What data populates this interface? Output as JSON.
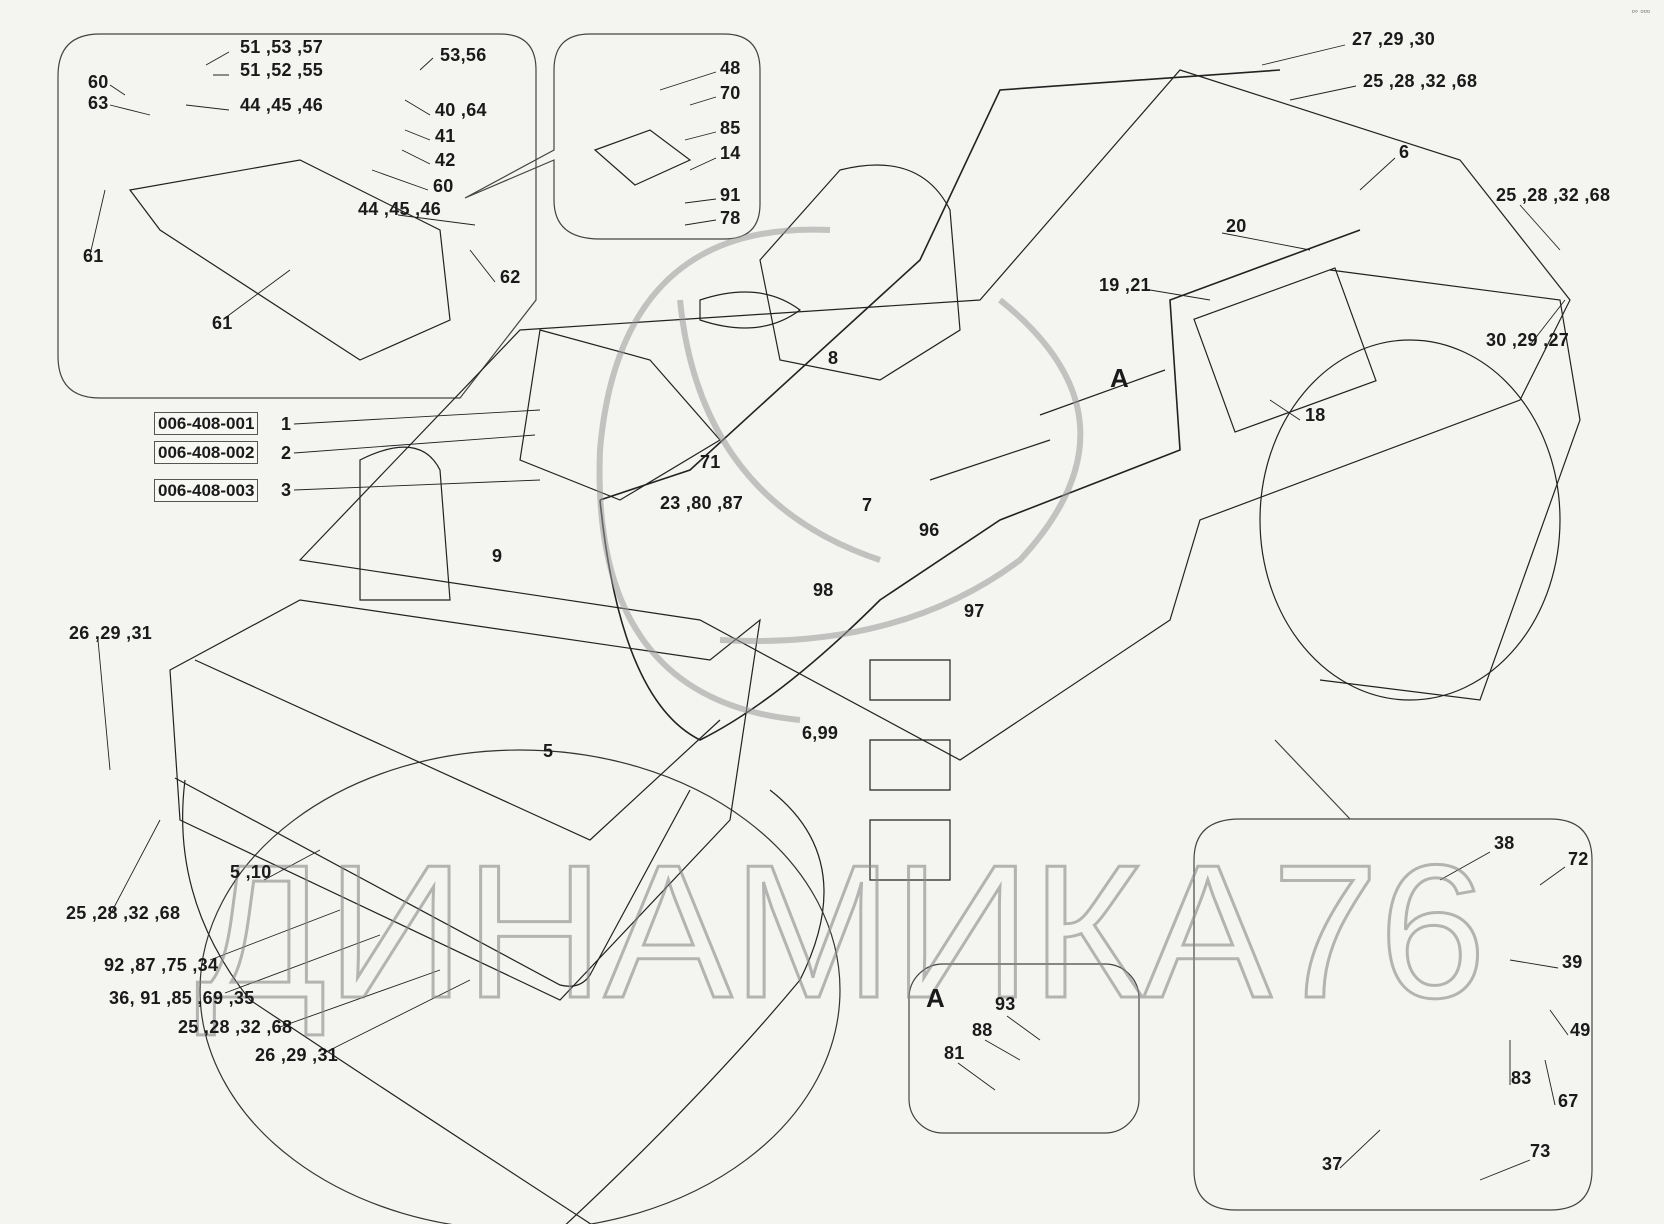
{
  "watermark": "ДИНАМИКА76",
  "corner_mark": "▫︎◦ ▫︎▫︎▫︎",
  "part_numbers": [
    "006-408-001",
    "006-408-002",
    "006-408-003"
  ],
  "console_detail": {
    "labels": [
      "51 ,53 ,57",
      "51 ,52 ,55",
      "60",
      "63",
      "44 ,45 ,46",
      "53,56",
      "40 ,64",
      "41",
      "42",
      "60",
      "44 ,45 ,46",
      "61",
      "62",
      "61"
    ]
  },
  "sensor_detail": {
    "labels": [
      "48",
      "70",
      "85",
      "14",
      "91",
      "78"
    ]
  },
  "main_view": {
    "labels": [
      "1",
      "2",
      "3",
      "71",
      "23 ,80 ,87",
      "8",
      "9",
      "7",
      "96",
      "98",
      "97",
      "5",
      "6,99",
      "A",
      "27 ,29 ,30",
      "25 ,28 ,32 ,68",
      "6",
      "25 ,28 ,32 ,68",
      "20",
      "19 ,21",
      "30 ,29 ,27",
      "18",
      "26 ,29 ,31",
      "5 ,10",
      "25 ,28 ,32 ,68",
      "92 ,87 ,75 ,34",
      "36, 91 ,85 ,69 ,35",
      "25 ,28 ,32 ,68",
      "26 ,29 ,31"
    ]
  },
  "detail_a": {
    "title": "A",
    "labels": [
      "93",
      "88",
      "81"
    ]
  },
  "socket_detail": {
    "labels": [
      "38",
      "72",
      "39",
      "49",
      "83",
      "67",
      "37",
      "73"
    ]
  }
}
